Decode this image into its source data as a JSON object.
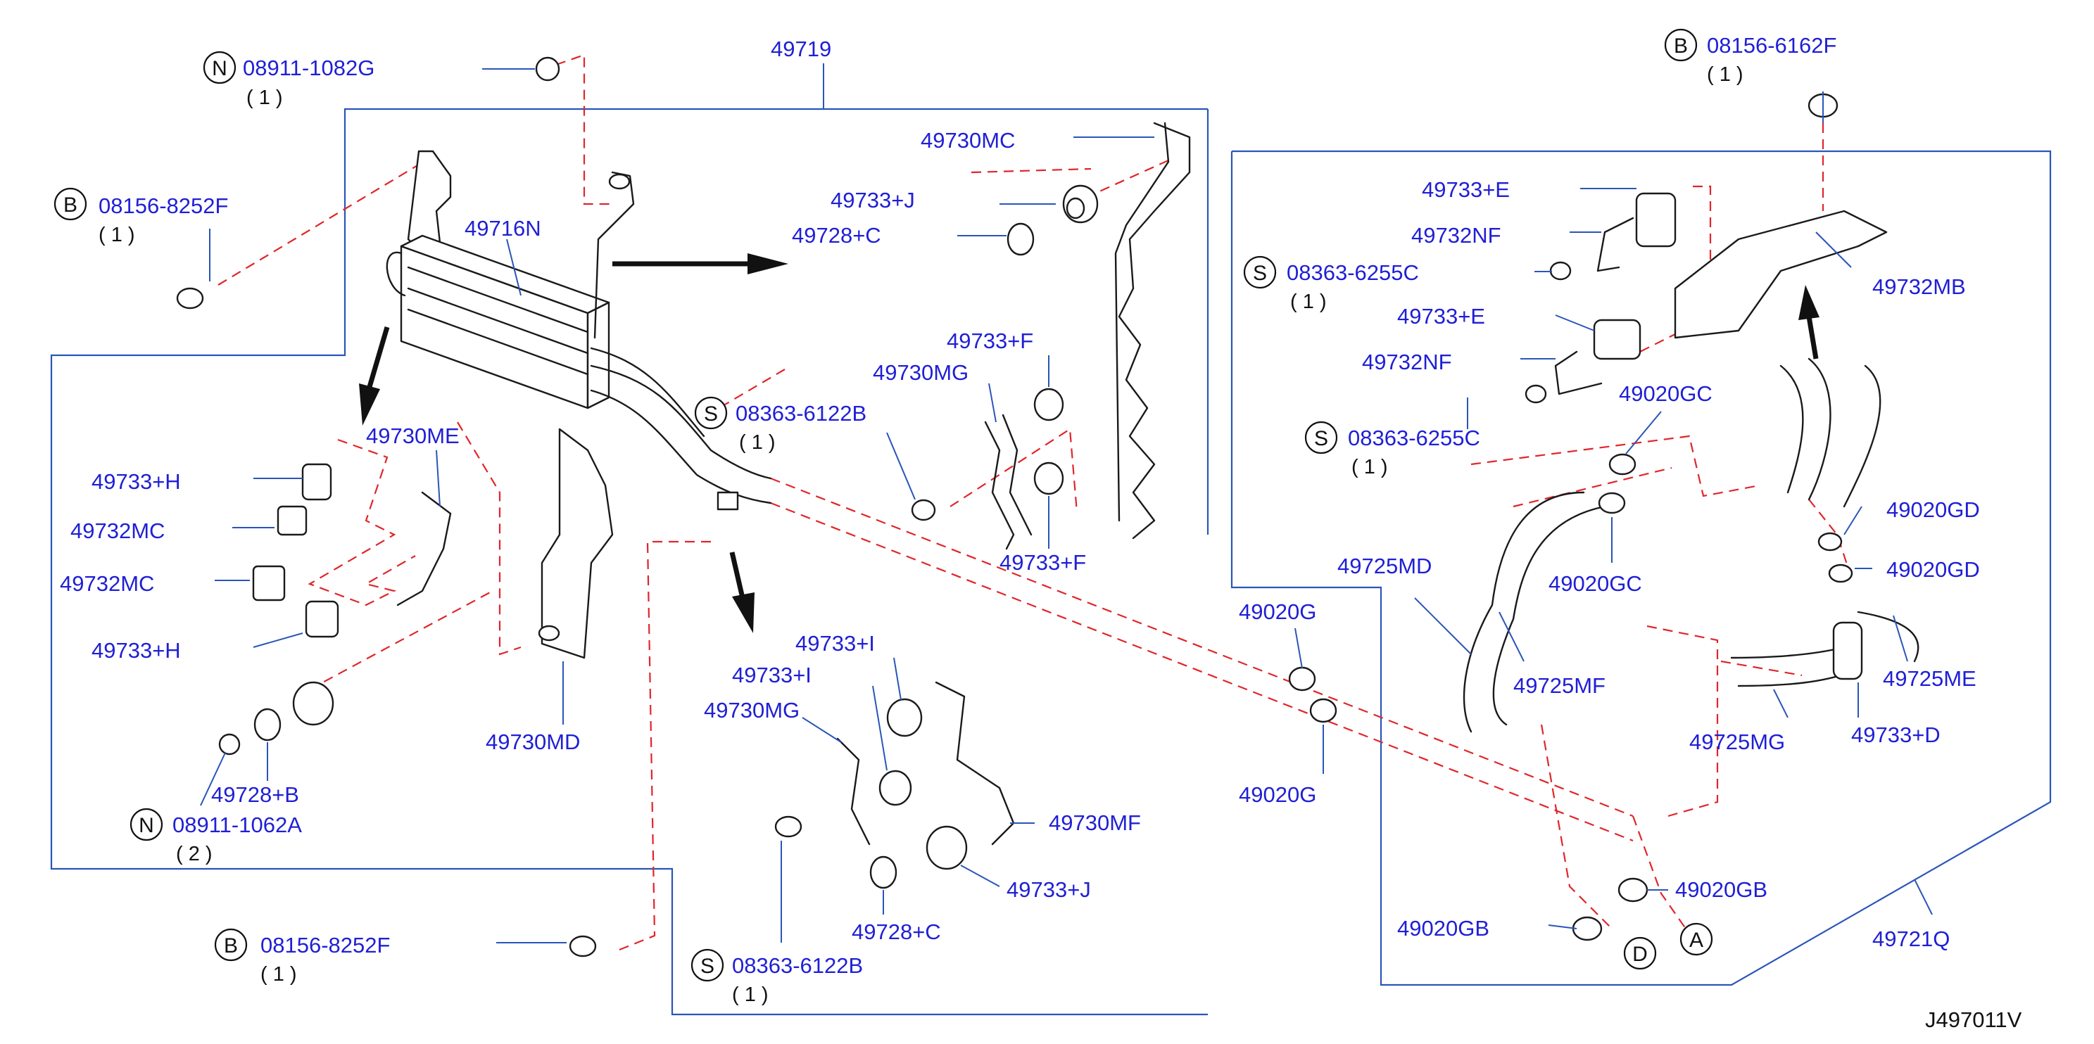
{
  "diagram_id": "J497011V",
  "callouts": {
    "c_49719": "49719",
    "c_49716n": "49716N",
    "c_49730mc": "49730MC",
    "c_49733j_a": "49733+J",
    "c_49728c_a": "49728+C",
    "c_49733f_a": "49733+F",
    "c_49730mg_a": "49730MG",
    "c_49733f_b": "49733+F",
    "c_49730me": "49730ME",
    "c_49733h_a": "49733+H",
    "c_49732mc_a": "49732MC",
    "c_49732mc_b": "49732MC",
    "c_49733h_b": "49733+H",
    "c_49730md": "49730MD",
    "c_49728b": "49728+B",
    "c_49733i_a": "49733+I",
    "c_49733i_b": "49733+I",
    "c_49730mg_b": "49730MG",
    "c_49730mf": "49730MF",
    "c_49733j_b": "49733+J",
    "c_49728c_b": "49728+C",
    "c_49733e_a": "49733+E",
    "c_49732nf_a": "49732NF",
    "c_49733e_b": "49733+E",
    "c_49732nf_b": "49732NF",
    "c_49732mb": "49732MB",
    "c_49020gc_a": "49020GC",
    "c_49020gc_b": "49020GC",
    "c_49020gd_a": "49020GD",
    "c_49020gd_b": "49020GD",
    "c_49725md": "49725MD",
    "c_49725mf": "49725MF",
    "c_49725me": "49725ME",
    "c_49725mg": "49725MG",
    "c_49733d": "49733+D",
    "c_49020g_a": "49020G",
    "c_49020g_b": "49020G",
    "c_49020gb_a": "49020GB",
    "c_49020gb_b": "49020GB",
    "c_49721q": "49721Q"
  },
  "fasteners": [
    {
      "prefix": "N",
      "part": "08911-1082G",
      "qty": "( 1 )"
    },
    {
      "prefix": "B",
      "part": "08156-8252F",
      "qty": "( 1 )"
    },
    {
      "prefix": "S",
      "part": "08363-6122B",
      "qty": "( 1 )"
    },
    {
      "prefix": "N",
      "part": "08911-1062A",
      "qty": "( 2 )"
    },
    {
      "prefix": "B",
      "part": "08156-8252F",
      "qty": "( 1 )"
    },
    {
      "prefix": "S",
      "part": "08363-6122B",
      "qty": "( 1 )"
    },
    {
      "prefix": "B",
      "part": "08156-6162F",
      "qty": "( 1 )"
    },
    {
      "prefix": "S",
      "part": "08363-6255C",
      "qty": "( 1 )"
    },
    {
      "prefix": "S",
      "part": "08363-6255C",
      "qty": "( 1 )"
    }
  ],
  "connectors": {
    "a": "A",
    "d": "D"
  },
  "colors": {
    "callout_text": "#1f1fd6",
    "frame_line": "#2a55b8",
    "dashed_leader": "#e0262a",
    "part_outline": "#1a1a1a"
  }
}
